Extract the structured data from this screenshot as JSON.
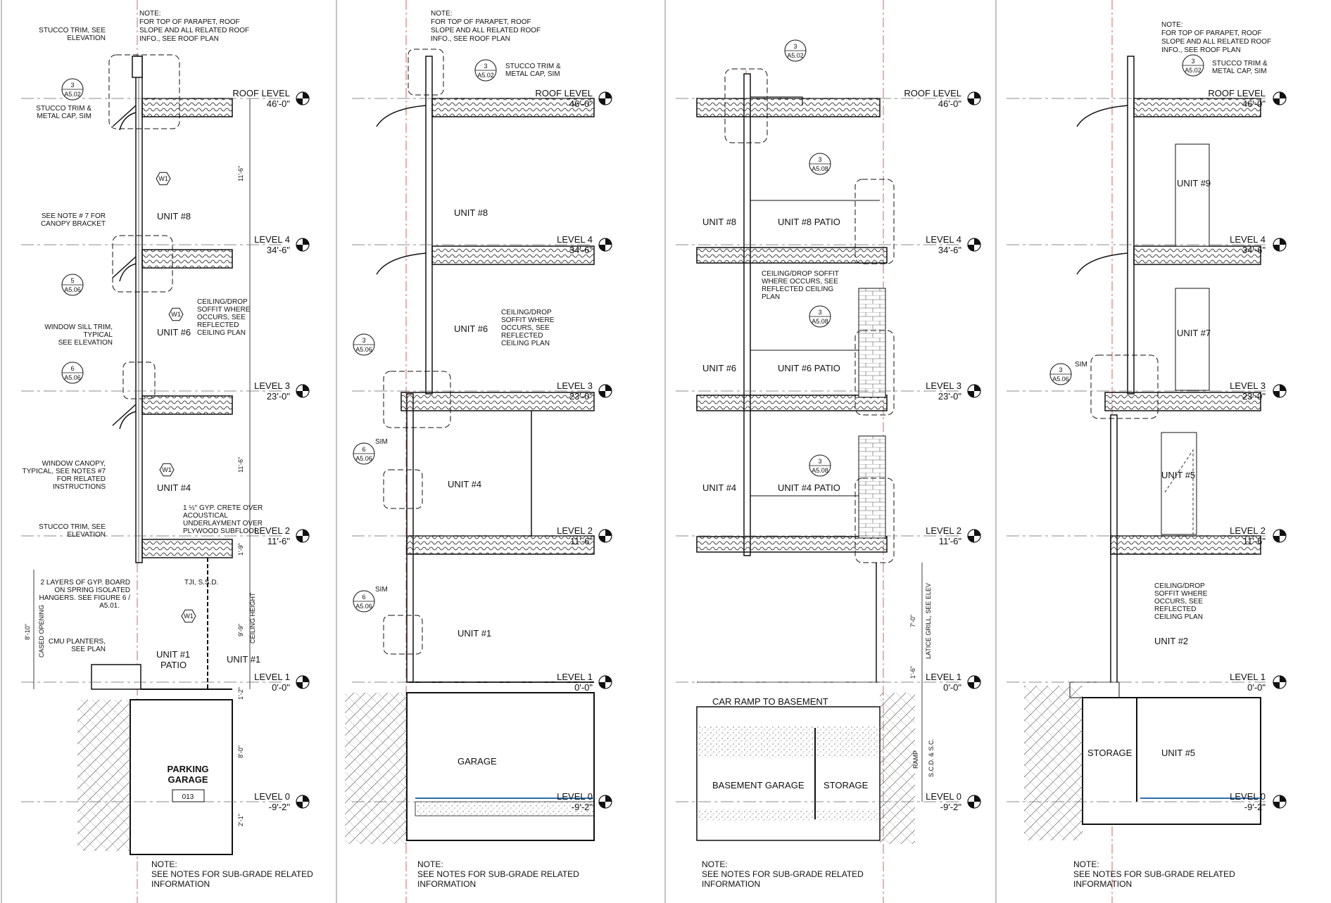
{
  "palette": {
    "line": "#111111",
    "grid": "#c8403a",
    "water": "#2a6fb0",
    "ground": "#777777"
  },
  "level_names": [
    "ROOF LEVEL",
    "LEVEL 4",
    "LEVEL 3",
    "LEVEL 2",
    "LEVEL 1",
    "LEVEL 0"
  ],
  "level_elevations": [
    "46'-0\"",
    "34'-6\"",
    "23'-0\"",
    "11'-6\"",
    "0'-0\"",
    "-9'-2\""
  ],
  "bottom_note": {
    "title": "NOTE:",
    "line1": "SEE NOTES FOR SUB-GRADE RELATED",
    "line2": "INFORMATION"
  },
  "top_note": [
    "NOTE:",
    "FOR TOP OF PARAPET, ROOF",
    "SLOPE AND ALL RELATED ROOF",
    "INFO., SEE ROOF PLAN"
  ],
  "section1": {
    "callouts": [
      {
        "num": "3",
        "sheet": "A5.02"
      },
      {
        "num": "5",
        "sheet": "A5.06"
      },
      {
        "num": "6",
        "sheet": "A5.06"
      }
    ],
    "wall_tags": [
      "W1",
      "W1",
      "W1",
      "W1"
    ],
    "labels": [
      [
        "STUCCO TRIM, SEE",
        "ELEVATION"
      ],
      [
        "STUCCO TRIM &",
        "METAL CAP, SIM"
      ],
      [
        "SEE NOTE # 7 FOR",
        "CANOPY BRACKET"
      ],
      [
        "CEILING/DROP",
        "SOFFIT WHERE",
        "OCCURS, SEE",
        "REFLECTED",
        "CEILING PLAN"
      ],
      [
        "WINDOW SILL TRIM,",
        "TYPICAL",
        "SEE ELEVATION"
      ],
      [
        "WINDOW CANOPY,",
        "TYPICAL, SEE NOTES #7",
        "FOR RELATED",
        "INSTRUCTIONS"
      ],
      [
        "1 ½\" GYP. CRETE OVER",
        "ACOUSTICAL",
        "UNDERLAYMENT OVER",
        "PLYWOOD SUBFLOOR"
      ],
      [
        "STUCCO TRIM, SEE",
        "ELEVATION"
      ],
      [
        "2 LAYERS OF GYP. BOARD",
        "ON SPRING ISOLATED",
        "HANGERS. SEE FIGURE 6 /",
        "A5.01."
      ],
      [
        "TJI, S.S.D."
      ],
      [
        "CMU PLANTERS,",
        "SEE PLAN"
      ]
    ],
    "dims": [
      "11'-6\"",
      "11'-6\"",
      "1'-9\"",
      "9'-9\"",
      "1'-2\"",
      "8'-0\"",
      "2'-1\"",
      "8'-10\""
    ],
    "vertical_labels": [
      "CASED OPENING",
      "CEILING HEIGHT"
    ],
    "units": [
      "UNIT #8",
      "UNIT #6",
      "UNIT #4",
      "UNIT #1",
      "PATIO",
      "UNIT #1"
    ],
    "garage": [
      "PARKING",
      "GARAGE"
    ],
    "room_tag": "013"
  },
  "section2": {
    "callouts": [
      {
        "num": "3",
        "sheet": "A5.02"
      },
      {
        "num": "3",
        "sheet": "A5.06"
      },
      {
        "num": "6",
        "sheet": "A5.06"
      },
      {
        "num": "6",
        "sheet": "A5.06"
      }
    ],
    "callout_label": [
      "STUCCO TRIM &",
      "METAL CAP, SIM"
    ],
    "sim": "SIM",
    "ceiling_label": [
      "CEILING/DROP",
      "SOFFIT WHERE",
      "OCCURS, SEE",
      "REFLECTED",
      "CEILING PLAN"
    ],
    "units": [
      "UNIT #8",
      "UNIT #6",
      "UNIT #4",
      "UNIT #1"
    ],
    "garage": "GARAGE"
  },
  "section3": {
    "callouts": [
      {
        "num": "3",
        "sheet": "A5.02"
      },
      {
        "num": "3",
        "sheet": "A5.08"
      },
      {
        "num": "3",
        "sheet": "A5.08"
      },
      {
        "num": "3",
        "sheet": "A5.08"
      }
    ],
    "ceiling_label": [
      "CEILING/DROP SOFFIT",
      "WHERE OCCURS, SEE",
      "REFLECTED CEILING",
      "PLAN"
    ],
    "units": [
      "UNIT #8",
      "UNIT #8 PATIO",
      "UNIT #6",
      "UNIT #6 PATIO",
      "UNIT #4",
      "UNIT #4 PATIO"
    ],
    "dims": [
      "7'-0\"",
      "1'-6\""
    ],
    "vertical_labels": [
      "LATICE GRILL, SEE ELEV",
      "S.C.D. & S.C.",
      "RAMP"
    ],
    "ramp": "CAR RAMP TO BASEMENT",
    "basement": "BASEMENT  GARAGE",
    "storage": "STORAGE"
  },
  "section4": {
    "callouts": [
      {
        "num": "3",
        "sheet": "A5.02"
      },
      {
        "num": "3",
        "sheet": "A5.06"
      }
    ],
    "callout_label": [
      "STUCCO TRIM &",
      "METAL CAP, SIM"
    ],
    "sim": "SIM",
    "ceiling_label": [
      "CEILING/DROP",
      "SOFFIT WHERE",
      "OCCURS, SEE",
      "REFLECTED",
      "CEILING PLAN"
    ],
    "units": [
      "UNIT #9",
      "UNIT #7",
      "UNIT #5",
      "UNIT #2",
      "STORAGE",
      "UNIT #5"
    ]
  }
}
